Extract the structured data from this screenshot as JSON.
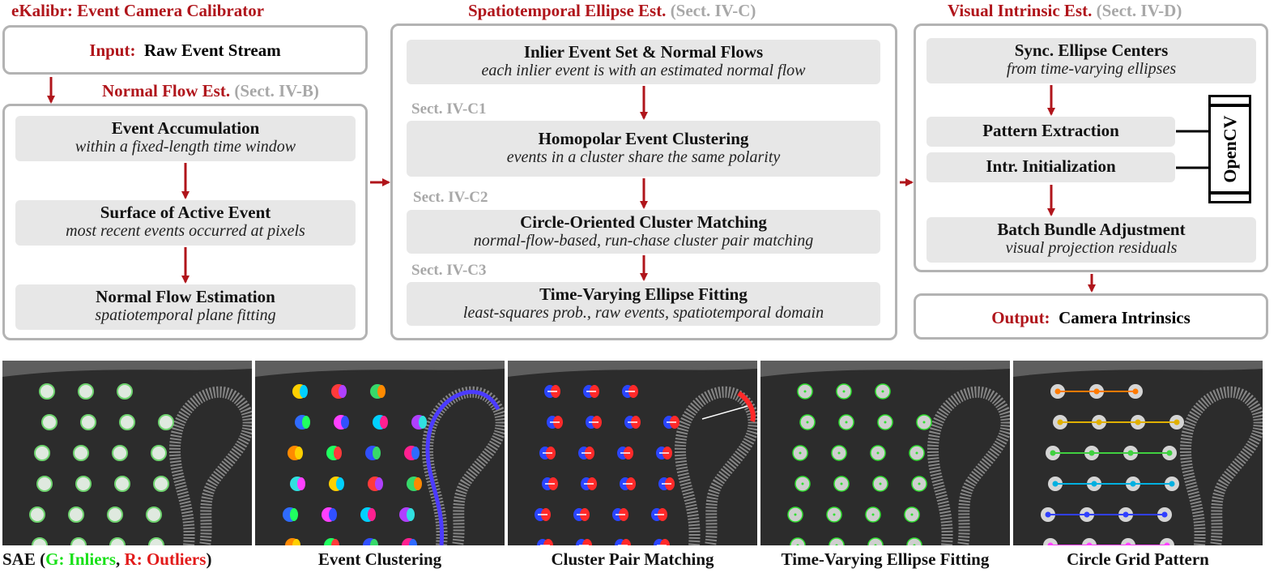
{
  "top": {
    "calibrator_title": "eKalibr: Event Camera Calibrator",
    "input_label": "Input:",
    "input_value": "Raw Event Stream",
    "normal_flow_title": "Normal Flow Est.",
    "normal_flow_ref": "(Sect. IV-B)",
    "ellipse_title": "Spatiotemporal Ellipse Est.",
    "ellipse_ref": "(Sect. IV-C)",
    "intrinsic_title": "Visual Intrinsic Est.",
    "intrinsic_ref": "(Sect. IV-D)",
    "output_label": "Output:",
    "output_value": "Camera Intrinsics",
    "opencv": "OpenCV"
  },
  "normal_flow_boxes": [
    {
      "title": "Event Accumulation",
      "sub": "within a fixed-length time window"
    },
    {
      "title": "Surface of Active Event",
      "sub": "most recent events occurred at pixels"
    },
    {
      "title": "Normal Flow Estimation",
      "sub": "spatiotemporal plane fitting"
    }
  ],
  "ellipse_boxes": [
    {
      "title": "Inlier Event Set & Normal Flows",
      "sub": "each inlier event is with an estimated normal flow"
    },
    {
      "title": "Homopolar Event Clustering",
      "sub": "events in a cluster share the same polarity"
    },
    {
      "title": "Circle-Oriented Cluster Matching",
      "sub": "normal-flow-based, run-chase cluster pair matching"
    },
    {
      "title": "Time-Varying Ellipse Fitting",
      "sub": "least-squares prob., raw events, spatiotemporal domain"
    }
  ],
  "ellipse_subsections": [
    "Sect. IV-C1",
    "Sect. IV-C2",
    "Sect. IV-C3"
  ],
  "intrinsic_boxes": [
    {
      "title": "Sync. Ellipse Centers",
      "sub": "from time-varying ellipses"
    },
    {
      "title": "Pattern Extraction"
    },
    {
      "title": "Intr. Initialization"
    },
    {
      "title": "Batch Bundle Adjustment",
      "sub": "visual projection residuals"
    }
  ],
  "captions": {
    "sae_prefix": "SAE (",
    "sae_g": "G: Inliers",
    "sae_sep": ", ",
    "sae_r": "R: Outliers",
    "sae_suffix": ")",
    "clustering": "Event Clustering",
    "pair": "Cluster Pair Matching",
    "ellipse": "Time-Varying Ellipse Fitting",
    "grid": "Circle Grid Pattern"
  },
  "colors": {
    "accent_red": "#b0151b",
    "ref_gray": "#a8a8a8",
    "box_fill": "#e7e7e7",
    "inlier_green": "#19e019",
    "outlier_red": "#e21a1a"
  }
}
